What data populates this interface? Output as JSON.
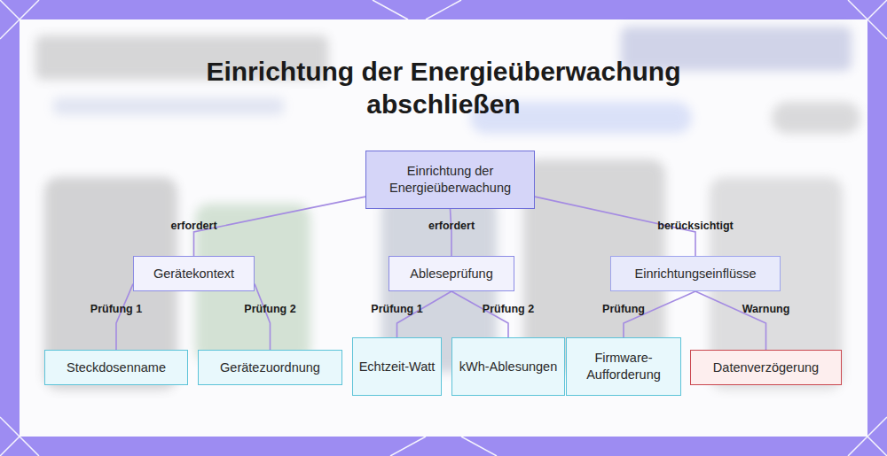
{
  "diagram": {
    "title": "Einrichtung der Energieüberwachung abschließen",
    "nodes": [
      {
        "text": [
          "Einrichtung der Energieüberwachung"
        ]
      },
      {
        "text": [
          "Gerätekontext"
        ]
      },
      {
        "text": [
          "Ableseprüfung"
        ]
      },
      {
        "text": [
          "Einrichtungseinflüsse"
        ]
      },
      {
        "text": [
          "Steckdosenname"
        ]
      },
      {
        "text": [
          "Gerätezuordnung"
        ]
      },
      {
        "text": [
          "Echtzeit-Watt"
        ]
      },
      {
        "text": [
          "kWh-Ablesungen"
        ]
      },
      {
        "text": [
          "Firmware-Aufforderung"
        ]
      },
      {
        "text": [
          "Datenverzögerung"
        ]
      }
    ],
    "edges": [
      {
        "from": 0,
        "to": 1,
        "label": "erfordert",
        "arrow": "none"
      },
      {
        "from": 0,
        "to": 2,
        "label": "erfordert",
        "arrow": "none"
      },
      {
        "from": 0,
        "to": 3,
        "label": "berücksichtigt",
        "arrow": "none"
      },
      {
        "from": 1,
        "to": 4,
        "label": "Prüfung 1",
        "arrow": "none"
      },
      {
        "from": 1,
        "to": 5,
        "label": "Prüfung 2",
        "arrow": "none"
      },
      {
        "from": 2,
        "to": 6,
        "label": "Prüfung 1",
        "arrow": "none"
      },
      {
        "from": 2,
        "to": 7,
        "label": "Prüfung 2",
        "arrow": "none"
      },
      {
        "from": 3,
        "to": 8,
        "label": "Prüfung",
        "arrow": "none"
      },
      {
        "from": 3,
        "to": 9,
        "label": "Warnung",
        "arrow": "none"
      }
    ]
  }
}
